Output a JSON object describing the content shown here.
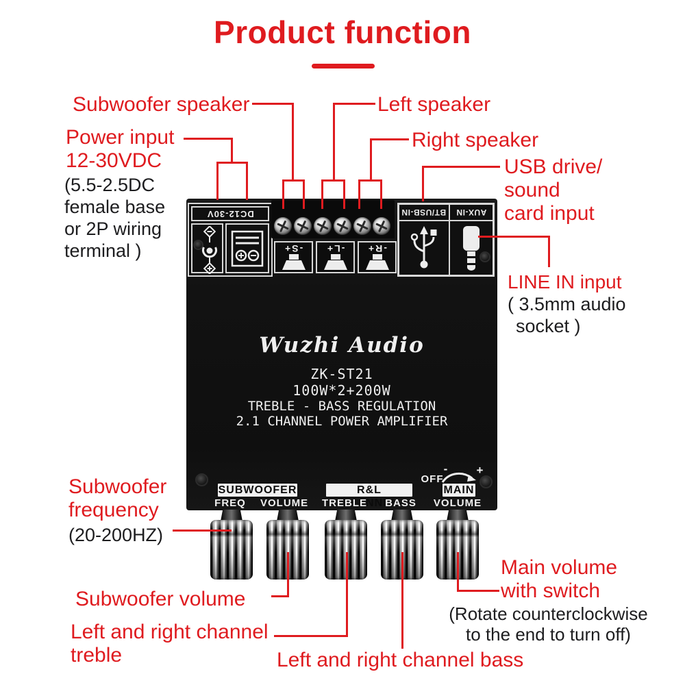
{
  "title": "Product function",
  "colors": {
    "accent_red": "#df1b1f",
    "note_black": "#1d1d1f",
    "board_black": "#141414",
    "silkscreen_white": "#ededed"
  },
  "callouts": {
    "subwoofer_speaker": "Subwoofer speaker",
    "power_input": [
      "Power input",
      "12-30VDC"
    ],
    "power_input_note": [
      "(5.5-2.5DC",
      "female base",
      "or 2P wiring",
      "terminal )"
    ],
    "left_speaker": "Left speaker",
    "right_speaker": "Right speaker",
    "usb_input": [
      "USB drive/",
      "sound",
      "card input"
    ],
    "line_in": "LINE IN input",
    "line_in_note": [
      "( 3.5mm audio",
      "socket )"
    ],
    "subwoofer_frequency": [
      "Subwoofer",
      "frequency"
    ],
    "subwoofer_frequency_note": "(20-200HZ)",
    "subwoofer_volume": "Subwoofer volume",
    "treble": [
      "Left and right channel",
      "treble"
    ],
    "bass": "Left and right channel bass",
    "main_volume": [
      "Main volume",
      "with switch"
    ],
    "main_volume_note": [
      "(Rotate counterclockwise",
      "to the end to turn off)"
    ]
  },
  "board": {
    "brand": "Wuzhi Audio",
    "model": "ZK-ST21",
    "power_rating": "100W*2+200W",
    "feature_line1": "TREBLE - BASS REGULATION",
    "feature_line2": "2.1 CHANNEL POWER AMPLIFIER",
    "silkscreen": {
      "power_label": "DC12-30V",
      "bt_usb_label": "BT/USB-IN",
      "aux_label": "AUX-IN",
      "speaker_terminals": [
        "-S+",
        "-L+",
        "-R+"
      ],
      "knob_groups": {
        "subwoofer": {
          "title": "SUBWOOFER",
          "knobs": [
            "FREQ",
            "VOLUME"
          ]
        },
        "rl_channel": {
          "title": "R&L CHANNEL",
          "knobs": [
            "TREBLE",
            "BASS"
          ]
        },
        "main": {
          "title": "MAIN",
          "knobs": [
            "VOLUME"
          ]
        }
      },
      "off_label": "OFF",
      "minus": "-",
      "plus": "+"
    }
  }
}
